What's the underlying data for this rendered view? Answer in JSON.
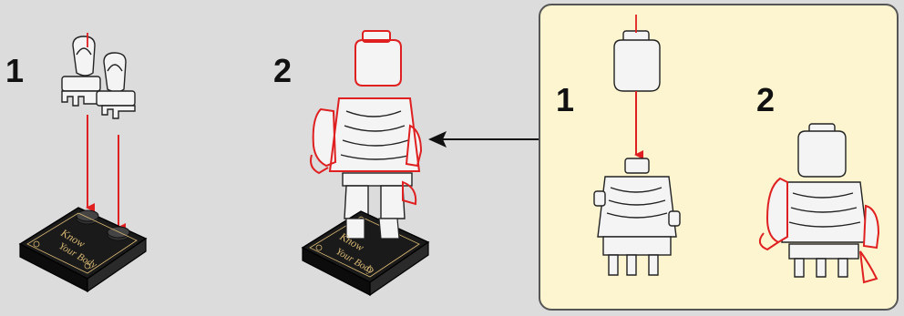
{
  "main_steps": [
    {
      "number": "1"
    },
    {
      "number": "2"
    }
  ],
  "callout": {
    "steps": [
      {
        "number": "1"
      },
      {
        "number": "2"
      }
    ]
  },
  "plaque": {
    "line1": "Know",
    "line2": "Your Body"
  },
  "colors": {
    "background": "#dcdcdc",
    "callout_background": "#fcf5cf",
    "highlight_red": "#e02020",
    "plaque_black": "#141414",
    "plaque_gold": "#d9b873"
  }
}
